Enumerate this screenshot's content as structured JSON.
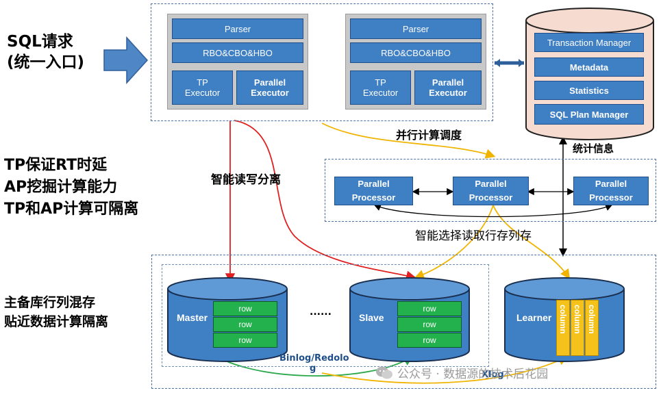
{
  "left_labels": {
    "sql_request_line1": "SQL请求",
    "sql_request_line2": "(统一入口)",
    "tp_line1": "TP保证RT时延",
    "tp_line2": "AP挖掘计算能力",
    "tp_line3": "TP和AP计算可隔离",
    "storage_line1": "主备库行列混存",
    "storage_line2": "贴近数据计算隔离"
  },
  "compute_nodes": [
    {
      "parser": "Parser",
      "optimizer": "RBO&CBO&HBO",
      "tp_executor": "TP\nExecutor",
      "parallel_executor": "Parallel\nExecutor"
    },
    {
      "parser": "Parser",
      "optimizer": "RBO&CBO&HBO",
      "tp_executor": "TP\nExecutor",
      "parallel_executor": "Parallel\nExecutor"
    }
  ],
  "metadata_store": {
    "items": [
      "Transaction Manager",
      "Metadata",
      "Statistics",
      "SQL Plan Manager"
    ],
    "label": "统计信息"
  },
  "parallel_scheduling_label": "并行计算调度",
  "smart_rw_split_label": "智能读写分离",
  "smart_select_label": "智能选择读取行存列存",
  "parallel_processors": [
    "Parallel\nProcessor",
    "Parallel\nProcessor",
    "Parallel\nProcessor"
  ],
  "storage": {
    "master": {
      "name": "Master",
      "rows": [
        "row",
        "row",
        "row"
      ]
    },
    "ellipsis": "......",
    "slave": {
      "name": "Slave",
      "rows": [
        "row",
        "row",
        "row"
      ]
    },
    "learner": {
      "name": "Learner",
      "columns": [
        "column",
        "column",
        "column"
      ]
    },
    "binlog_label_line1": "Binlog/Redolo",
    "binlog_label_line2": "g",
    "xlog_label": "Xlog"
  },
  "watermark": "公众号 · 数据源的技术后花园"
}
